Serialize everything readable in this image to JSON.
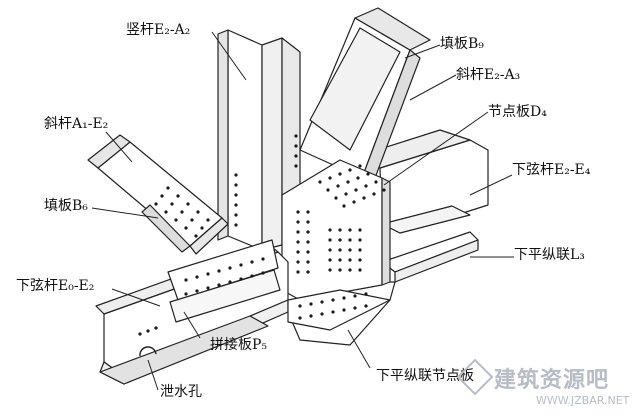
{
  "labels": {
    "vertical_member": "竖杆E₂-A₂",
    "filler_b9": "填板B₉",
    "diagonal_e2a3": "斜杆E₂-A₃",
    "gusset_d4": "节点板D₄",
    "diagonal_a1e2": "斜杆A₁-E₂",
    "filler_b6": "填板B₆",
    "bottom_chord_e2e4": "下弦杆E₂-E₄",
    "lateral_brace_l3": "下平纵联L₃",
    "bottom_chord_e0e2": "下弦杆E₀-E₂",
    "splice_plate_p5": "拼接板P₅",
    "lateral_gusset": "下平纵联节点板",
    "drain_hole": "泄水孔"
  },
  "watermark": {
    "title": "建筑资源吧",
    "url": "WWW.JZBAR.NET"
  },
  "colors": {
    "plate_face": "#ffffff",
    "plate_shade": "#eeeeee",
    "outline": "#222222",
    "bolt": "#1a1a1a",
    "watermark": "#b7bcc6"
  }
}
